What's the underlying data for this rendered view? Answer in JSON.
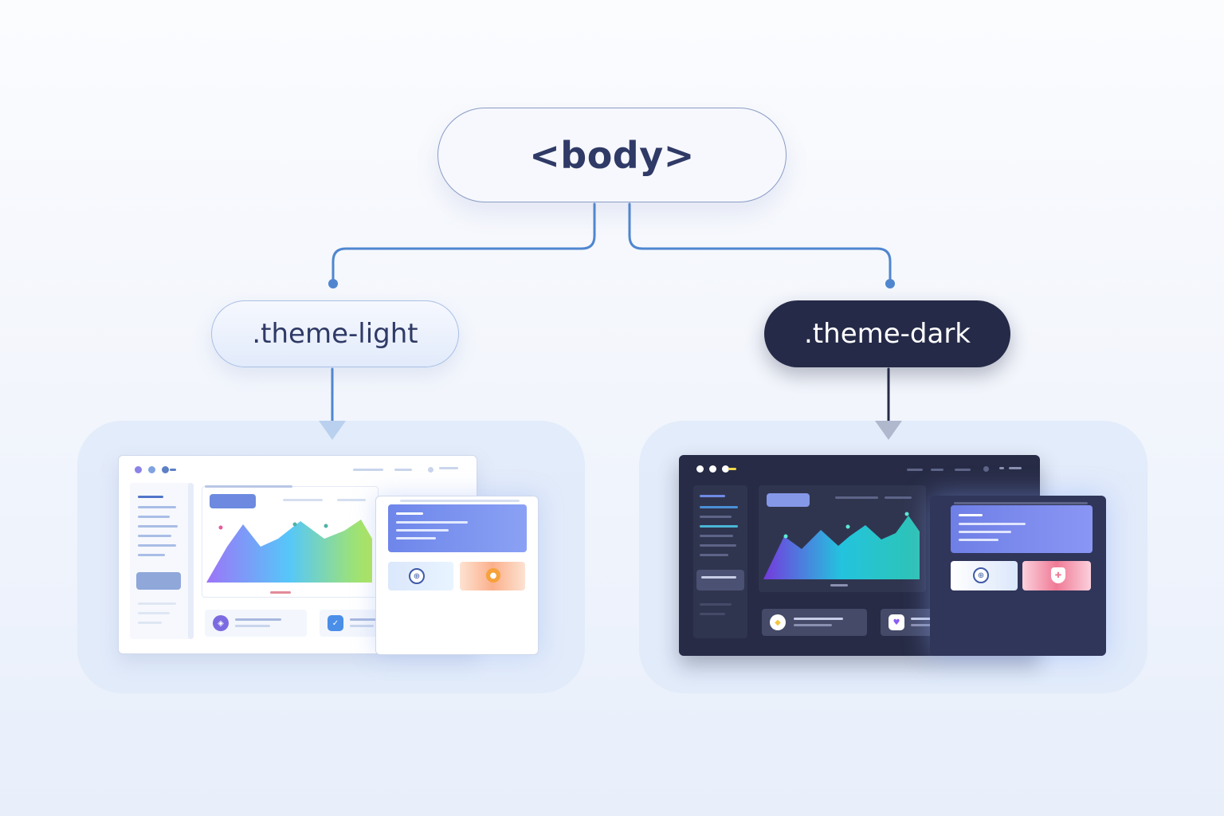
{
  "diagram": {
    "root": {
      "label": "<body>"
    },
    "children": [
      {
        "label": ".theme-light",
        "style": "light",
        "fill": "#eef3fd",
        "text_color": "#2f3a66"
      },
      {
        "label": ".theme-dark",
        "style": "dark",
        "fill": "#252a48",
        "text_color": "#ffffff"
      }
    ],
    "connector_color": "#4f86cf",
    "dark_arrow_color": "#252a48"
  },
  "previews": {
    "light": {
      "window": "dashboard-light",
      "chart": "area-chart",
      "icons": [
        "shield-icon",
        "check-icon",
        "spark-icon",
        "globe-icon",
        "apple-icon"
      ]
    },
    "dark": {
      "window": "dashboard-dark",
      "chart": "area-chart",
      "icons": [
        "star-icon",
        "heart-icon",
        "pen-icon",
        "globe-icon",
        "shield-icon"
      ]
    }
  }
}
